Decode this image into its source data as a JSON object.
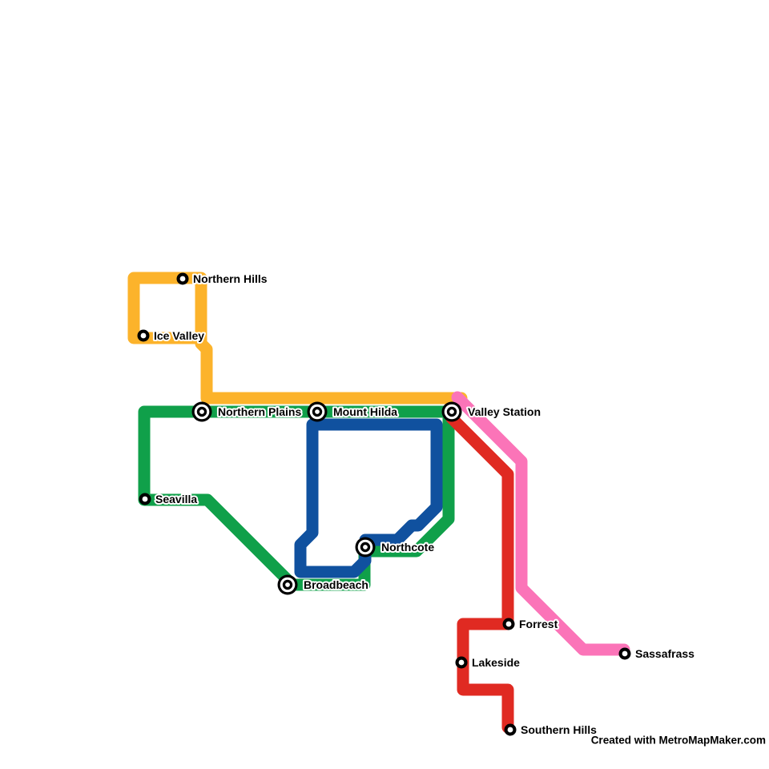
{
  "attribution": "Created with MetroMapMaker.com",
  "lines": {
    "yellow": {
      "id": "yellow-line",
      "color": "#fcb32b"
    },
    "green": {
      "id": "green-line",
      "color": "#10a04a"
    },
    "blue": {
      "id": "blue-line",
      "color": "#10519f"
    },
    "red": {
      "id": "red-line",
      "color": "#e02a22"
    },
    "pink": {
      "id": "pink-line",
      "color": "#fb74b8"
    }
  },
  "marker_colors": {
    "ring": "#000000",
    "center": "#ffffff"
  },
  "label_color": "#000000",
  "stations": {
    "northern_hills": {
      "name": "Northern Hills"
    },
    "ice_valley": {
      "name": "Ice Valley"
    },
    "northern_plains": {
      "name": "Northern Plains"
    },
    "mount_hilda": {
      "name": "Mount Hilda"
    },
    "valley_station": {
      "name": "Valley Station"
    },
    "seavilla": {
      "name": "Seavilla"
    },
    "northcote": {
      "name": "Northcote"
    },
    "broadbeach": {
      "name": "Broadbeach"
    },
    "forrest": {
      "name": "Forrest"
    },
    "lakeside": {
      "name": "Lakeside"
    },
    "sassafrass": {
      "name": "Sassafrass"
    },
    "southern_hills": {
      "name": "Southern Hills"
    }
  }
}
